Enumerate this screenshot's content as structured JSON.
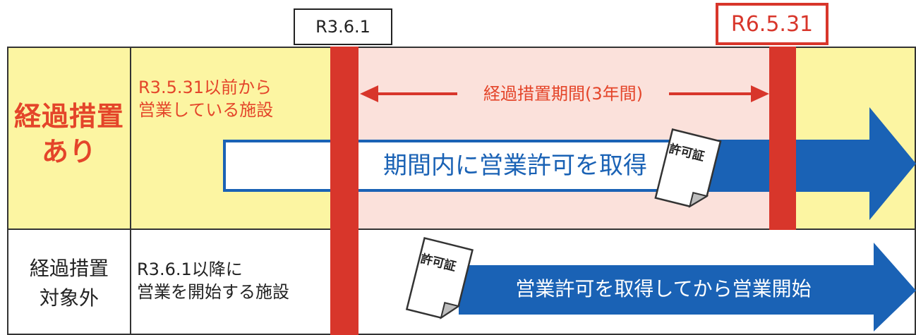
{
  "dates": {
    "start": "R3.6.1",
    "end": "R6.5.31"
  },
  "rows": [
    {
      "header": [
        "経過措置",
        "あり"
      ],
      "description": [
        "R3.5.31以前から",
        "営業している施設"
      ],
      "period_label": "経過措置期間(3年間)",
      "arrow_label": "期間内に営業許可を取得",
      "permit_label": "許可証"
    },
    {
      "header": [
        "経過措置",
        "対象外"
      ],
      "description": [
        "R3.6.1以降に",
        "営業を開始する施設"
      ],
      "arrow_label": "営業許可を取得してから営業開始",
      "permit_label": "許可証"
    }
  ],
  "colors": {
    "red": "#d8362b",
    "label_red": "#e4452a",
    "yellow": "#fcf5a2",
    "pink": "#fbe1db",
    "blue": "#1a62b5"
  },
  "icons": {
    "permit": "permit-document-icon",
    "double_arrow": "double-headed-arrow-icon",
    "arrow": "arrow-right-icon"
  }
}
